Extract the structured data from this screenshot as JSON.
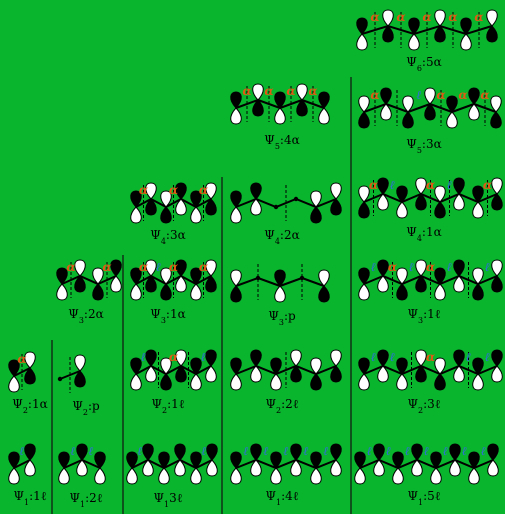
{
  "colors": {
    "background": "#09b52d",
    "lobe_dark": "#000000",
    "lobe_light": "#ffffff",
    "alpha_mark": "#e05a14",
    "ell_mark": "#2f6fd6",
    "lines": "#111111"
  },
  "marks": {
    "alpha": "α",
    "ell": "ℓ"
  },
  "cells": [
    {
      "label": "Ψ",
      "sub": "6",
      "tail": ":5α"
    },
    {
      "label": "Ψ",
      "sub": "5",
      "tail": ":4α"
    },
    {
      "label": "Ψ",
      "sub": "5",
      "tail": ":3α"
    },
    {
      "label": "Ψ",
      "sub": "4",
      "tail": ":3α"
    },
    {
      "label": "Ψ",
      "sub": "4",
      "tail": ":2α"
    },
    {
      "label": "Ψ",
      "sub": "4",
      "tail": ":1α"
    },
    {
      "label": "Ψ",
      "sub": "3",
      "tail": ":2α"
    },
    {
      "label": "Ψ",
      "sub": "3",
      "tail": ":1α"
    },
    {
      "label": "Ψ",
      "sub": "3",
      "tail": ":p"
    },
    {
      "label": "Ψ",
      "sub": "3",
      "tail": ":1ℓ"
    },
    {
      "label": "Ψ",
      "sub": "2",
      "tail": ":1α"
    },
    {
      "label": "Ψ",
      "sub": "2",
      "tail": ":p"
    },
    {
      "label": "Ψ",
      "sub": "2",
      "tail": ":1ℓ"
    },
    {
      "label": "Ψ",
      "sub": "2",
      "tail": ":2ℓ"
    },
    {
      "label": "Ψ",
      "sub": "2",
      "tail": ":3ℓ"
    },
    {
      "label": "Ψ",
      "sub": "1",
      "tail": ":1ℓ"
    },
    {
      "label": "Ψ",
      "sub": "1",
      "tail": ":2ℓ"
    },
    {
      "label": "Ψ",
      "sub": "1",
      "tail": "3ℓ"
    },
    {
      "label": "Ψ",
      "sub": "1",
      "tail": ":4ℓ"
    },
    {
      "label": "Ψ",
      "sub": "1",
      "tail": ":5ℓ"
    }
  ]
}
